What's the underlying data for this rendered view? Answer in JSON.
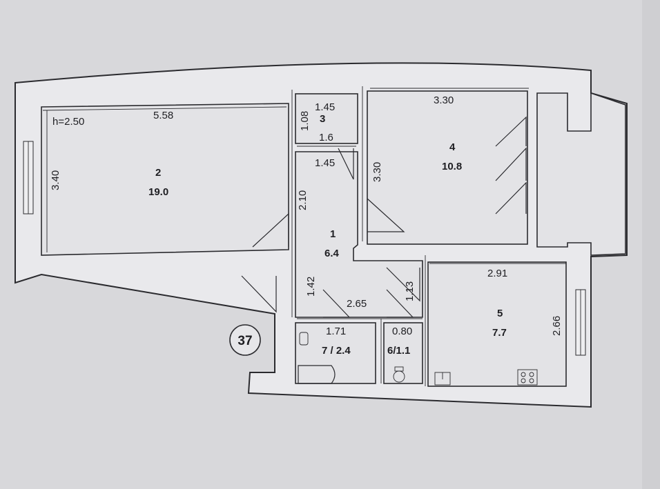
{
  "plan": {
    "ceiling_height": "h=2.50",
    "apartment_number": "37",
    "rooms": [
      {
        "number": "1",
        "area": "6.4"
      },
      {
        "number": "2",
        "area": "19.0"
      },
      {
        "number": "3",
        "area": ""
      },
      {
        "number": "4",
        "area": "10.8"
      },
      {
        "number": "5",
        "area": "7.7"
      },
      {
        "label": "7 / 2.4"
      },
      {
        "label": "6/1.1"
      }
    ],
    "dimensions": {
      "r2_width": "5.58",
      "r2_depth": "3.40",
      "r3_w_top": "1.45",
      "r3_d": "1.08",
      "r3_w_bottom": "1.6",
      "r1_w_top": "1.45",
      "r1_h1": "2.10",
      "r1_h2": "1.42",
      "hall_w": "2.65",
      "r4_width": "3.30",
      "r4_depth": "3.30",
      "r5_width": "2.91",
      "r5_depth": "2.66",
      "r6_d": "1.13",
      "bath_w": "1.71",
      "wc_w": "0.80"
    }
  }
}
